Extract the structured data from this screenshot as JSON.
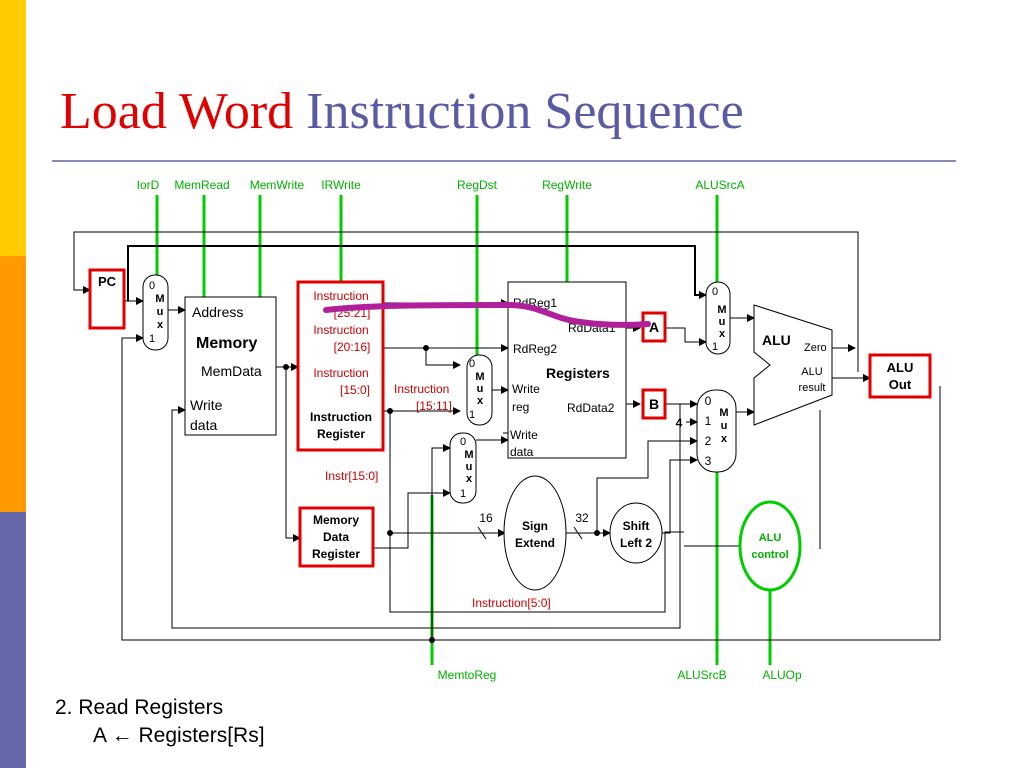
{
  "title": {
    "part1": "Load Word",
    "part2": "Instruction Sequence"
  },
  "controls": {
    "iord": "IorD",
    "memread": "MemRead",
    "memwrite": "MemWrite",
    "irwrite": "IRWrite",
    "regdst": "RegDst",
    "regwrite": "RegWrite",
    "alusrca": "ALUSrcA",
    "memtoreg": "MemtoReg",
    "alusrcb": "ALUSrcB",
    "aluop": "ALUOp"
  },
  "pc": "PC",
  "mux_pc": {
    "in0": "0",
    "m": "M",
    "u": "u",
    "x": "x",
    "in1": "1"
  },
  "memory": {
    "address": "Address",
    "title": "Memory",
    "memdata": "MemData",
    "write1": "Write",
    "write2": "data"
  },
  "ir": {
    "f1a": "Instruction",
    "f1b": "[25:21]",
    "f2a": "Instruction",
    "f2b": "[20:16]",
    "f3a": "Instruction",
    "f3b": "[15:0]",
    "title1": "Instruction",
    "title2": "Register"
  },
  "instr_15_11": {
    "a": "Instruction",
    "b": "[15:11]"
  },
  "instr_15_0": "Instr[15:0]",
  "instr_5_0": "Instruction[5:0]",
  "mdr": {
    "l1": "Memory",
    "l2": "Data",
    "l3": "Register"
  },
  "mux_regdst": {
    "in0": "0",
    "m": "M",
    "u": "u",
    "x": "x",
    "in1": "1"
  },
  "mux_memtoreg": {
    "in0": "0",
    "m": "M",
    "u": "u",
    "x": "x",
    "in1": "1"
  },
  "registers": {
    "rdreg1": "RdReg1",
    "rdreg2": "RdReg2",
    "write1": "Write",
    "write2": "reg",
    "wdata1": "Write",
    "wdata2": "data",
    "title": "Registers",
    "rddata1": "RdData1",
    "rddata2": "RdData2"
  },
  "reg_a": "A",
  "reg_b": "B",
  "sign_extend": {
    "l1": "Sign",
    "l2": "Extend",
    "in_bits": "16",
    "out_bits": "32"
  },
  "shift_left": {
    "l1": "Shift",
    "l2": "Left 2"
  },
  "mux_alusrca": {
    "in0": "0",
    "m": "M",
    "u": "u",
    "x": "x",
    "in1": "1"
  },
  "mux_alusrcb": {
    "in0": "0",
    "in1": "1",
    "in2": "2",
    "in3": "3",
    "m": "M",
    "u": "u",
    "x": "x",
    "const4": "4"
  },
  "alu": {
    "title": "ALU",
    "zero": "Zero",
    "res1": "ALU",
    "res2": "result"
  },
  "aluout": {
    "l1": "ALU",
    "l2": "Out"
  },
  "aluctrl": {
    "l1": "ALU",
    "l2": "control"
  },
  "caption": {
    "line1": "2. Read Registers",
    "line2": "A ← Registers[Rs]"
  },
  "colors": {
    "accent_red": "#e00000",
    "title_blue": "#5a5aa5",
    "control_green": "#00cc00",
    "highlight_magenta": "#b0209a"
  }
}
